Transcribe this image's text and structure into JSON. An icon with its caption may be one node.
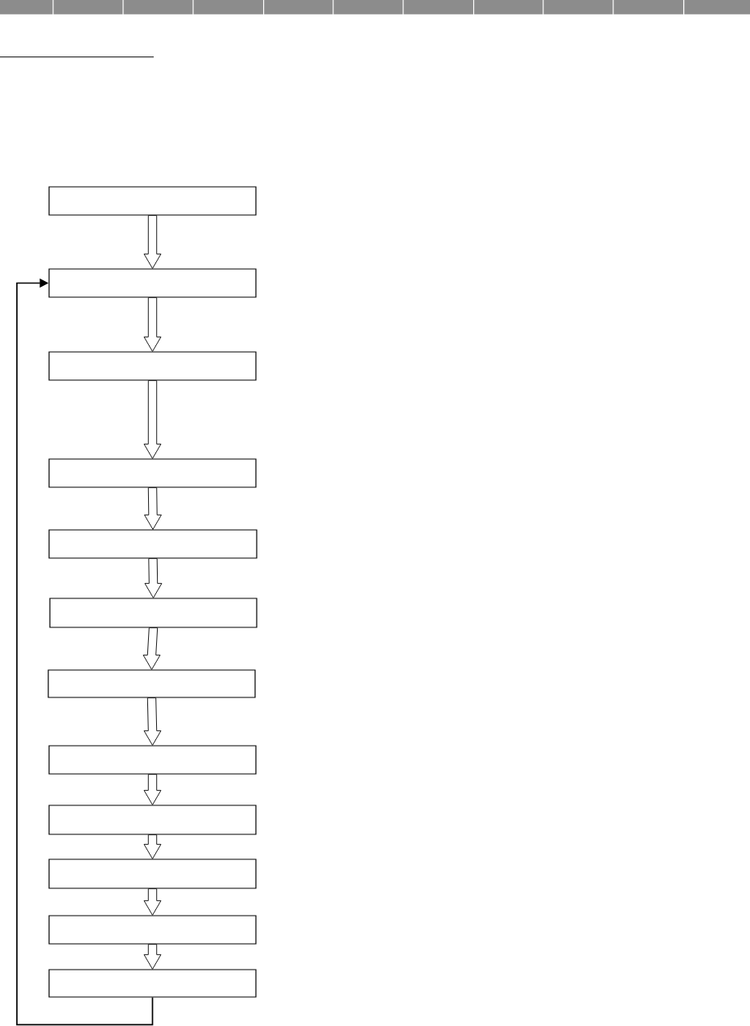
{
  "diagram": {
    "nodes": [
      {
        "text": [],
        "shape": "box"
      },
      {
        "text": [],
        "shape": "box"
      },
      {
        "text": [],
        "shape": "box"
      },
      {
        "text": [],
        "shape": "box"
      },
      {
        "text": [],
        "shape": "box"
      },
      {
        "text": [],
        "shape": "box"
      },
      {
        "text": [],
        "shape": "box"
      },
      {
        "text": [],
        "shape": "box"
      },
      {
        "text": [],
        "shape": "box"
      },
      {
        "text": [],
        "shape": "box"
      },
      {
        "text": [],
        "shape": "box"
      },
      {
        "text": [],
        "shape": "box"
      }
    ],
    "edges": [
      {
        "from": 0,
        "to": 1,
        "arrow": "to"
      },
      {
        "from": 1,
        "to": 2,
        "arrow": "to"
      },
      {
        "from": 2,
        "to": 3,
        "arrow": "to"
      },
      {
        "from": 3,
        "to": 4,
        "arrow": "to"
      },
      {
        "from": 4,
        "to": 5,
        "arrow": "to"
      },
      {
        "from": 5,
        "to": 6,
        "arrow": "to"
      },
      {
        "from": 6,
        "to": 7,
        "arrow": "to"
      },
      {
        "from": 7,
        "to": 8,
        "arrow": "to"
      },
      {
        "from": 8,
        "to": 9,
        "arrow": "to"
      },
      {
        "from": 9,
        "to": 10,
        "arrow": "to"
      },
      {
        "from": 10,
        "to": 11,
        "arrow": "to"
      },
      {
        "from": 11,
        "to": 1,
        "arrow": "to"
      }
    ]
  }
}
